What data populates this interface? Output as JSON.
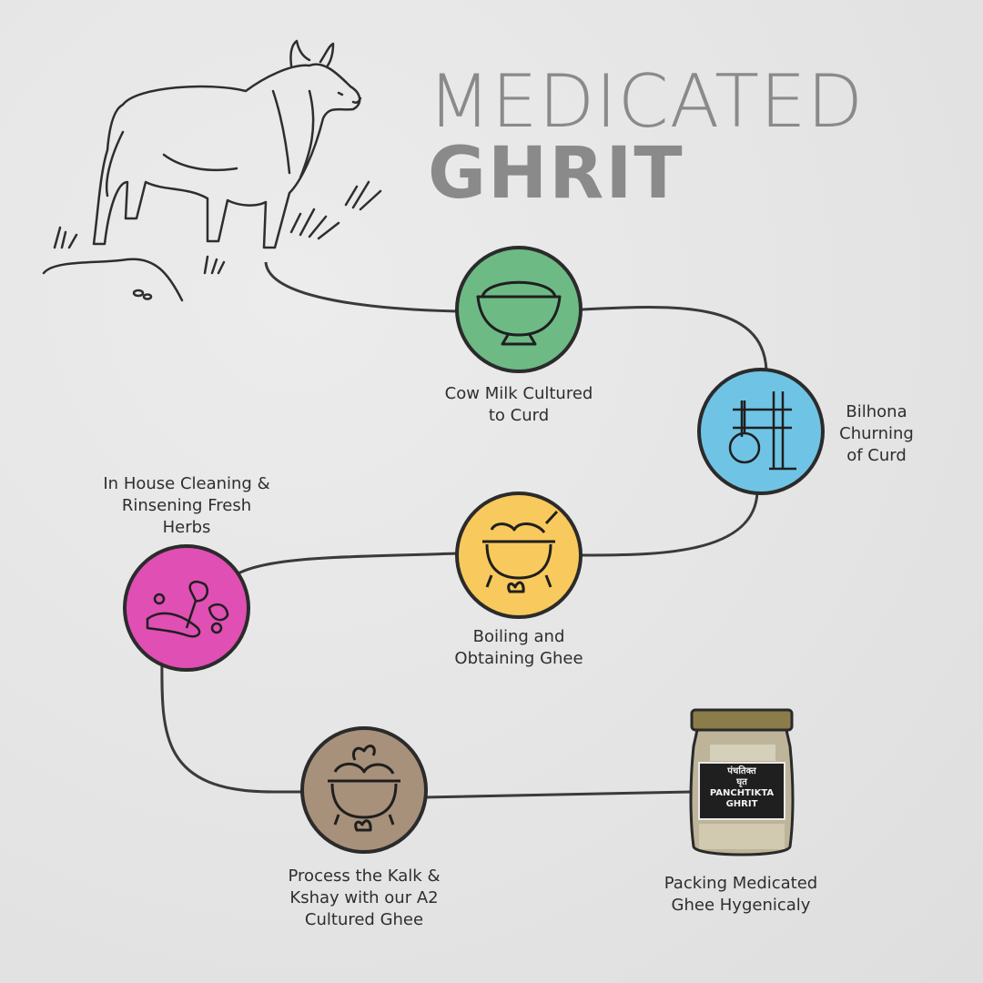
{
  "title": {
    "line1": "MEDICATED",
    "line2": "GHRIT"
  },
  "colors": {
    "background": "#e6e6e6",
    "title": "#8a8a8a",
    "step_curd": "#6dba85",
    "step_bilhona": "#6fc4e6",
    "step_boiling": "#f8c95c",
    "step_herbs": "#e04fb3",
    "step_kalk": "#a8917b"
  },
  "steps": [
    {
      "label": "Cow Milk Cultured\nto Curd",
      "icon": "bowl-icon"
    },
    {
      "label": "Bilhona\nChurning\nof Curd",
      "icon": "churner-icon"
    },
    {
      "label": "Boiling and\nObtaining Ghee",
      "icon": "cauldron-icon"
    },
    {
      "label": "In House Cleaning &\nRinsening Fresh\nHerbs",
      "icon": "herbs-icon"
    },
    {
      "label": "Process the Kalk &\nKshay with our A2\nCultured Ghee",
      "icon": "pot-herbs-icon"
    },
    {
      "label": "Packing Medicated\nGhee Hygenicaly",
      "icon": "ghee-jar"
    }
  ],
  "jar": {
    "label": "पंचतिक्त\nघृत\nPANCHTIKTA\nGHRIT"
  }
}
